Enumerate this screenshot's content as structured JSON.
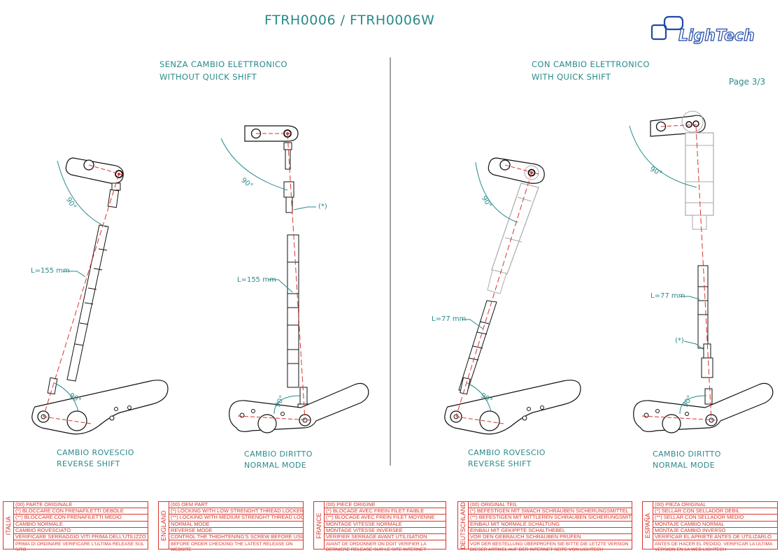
{
  "header": {
    "title": "FTRH0006 / FTRH0006W",
    "logo_text": "LighTech",
    "page": "Page 3/3"
  },
  "sections": {
    "left_heading": [
      "SENZA CAMBIO ELETTRONICO",
      "WITHOUT QUICK SHIFT"
    ],
    "right_heading": [
      "CON CAMBIO ELETTRONICO",
      "WITH QUICK SHIFT"
    ]
  },
  "captions": [
    [
      "CAMBIO ROVESCIO",
      "REVERSE SHIFT"
    ],
    [
      "CAMBIO DIRITTO",
      "NORMAL MODE"
    ],
    [
      "CAMBIO ROVESCIO",
      "REVERSE SHIFT"
    ],
    [
      "CAMBIO DIRITTO",
      "NORMAL MODE"
    ]
  ],
  "dimensions": {
    "l155a": "L=155 mm",
    "l155b": "L=155 mm",
    "l77a": "L=77 mm",
    "l77b": "L=77 mm",
    "star_a": "(*)",
    "star_b": "(*)",
    "angle": "90°"
  },
  "colors": {
    "accent": "#2a8a8a",
    "legend": "#d9342b",
    "axis": "#d9342b"
  },
  "legend": [
    {
      "country": "ITALIA",
      "lines": [
        "(00) PARTE ORIGINALE",
        "(*)   BLOCCARE CON FRENAFILETTI DEBOLE",
        "(**)  BLOCCARE CON FRENAFILETTI MEDIO",
        "CAMBIO NORMALE",
        "CAMBIO ROVESCIATO",
        "VERIFICARE SERRAGGIO VITI PRIMA DELL'UTILIZZO",
        "PRIMA DI ORDINARE VERIFICARE L'ULTIMA RELEASE SUL SITO"
      ]
    },
    {
      "country": "ENGLAND",
      "lines": [
        "(00) OEM PART",
        "(*)   LOCKING WITH LOW STRENGHT THREAD LOCKER",
        "(**)  LOCKING WITH MEDIUM STRENGHT THREAD LOCKER",
        "NORMAL MODE",
        "REVERSE MODE",
        "CONTROL THE THIGHTENING'S SCREW BEFORE USING",
        "BEFORE ORDER CHECKING THE LATEST RELEASE ON WEBSITE"
      ]
    },
    {
      "country": "FRANCE",
      "lines": [
        "(00) PIECE ORIGINE",
        "(*)   BLOCAGE AVEC FREIN FILET FAIBLE",
        "(**)  BLOCAGE AVEC FREIN FILET MOYENNE",
        "MONTAGE VITESSE NORMALE",
        "MONTAGE VITESSE INVERSEE",
        "VERIFIER SERRAGE AVANT UTILISATION",
        "AVANT DE ORDONNER ON DOIT VERIFIER LA DERNIERE RELEASE SUR LE SITE INTERNET"
      ]
    },
    {
      "country": "DEUTSCHLAND",
      "lines": [
        "(00) ORIGINAL TEIL",
        "(*)    BEFESTIGEN MIT SWACH SCHRAUBEN SICHERUNGSMITTEL",
        "(**)   BEFESTIGEN MIT MITTLEREN SCHRAUBEN SICHERUNGSMITTEL",
        "EINBAU MIT NORMALE SCHALTUNG",
        "EINBAU MIT GEKIPPTE SCHALTHEBEL",
        "VOR DEN GEBRAUCH SCHRAUBEN PRÜFEN",
        "VOR DER BESTELLUNG ÜBERPRÜFEN SIE BITTE DIE LETZTE VERSION DIESER ARTIKEL AUF DER INTERNET SEITE VON LIGHTECH"
      ]
    },
    {
      "country": "ESPAÑA",
      "lines": [
        "(00) PIEZA ORIGINAL",
        "(*)   SELLAR CON SELLADOR DEBIL",
        "(**)  SELLAR CON SELLADOR MEDIO",
        "MONTAJE  CAMBIO NORMAL",
        "MONTAJE  CAMBIO INVERSO",
        "VERIFICAR EL APRIETE ANTES DE UTILIZARLO",
        "ANTES DE HACER EL PEDIDO, VERIFICAR LA ULTIMA VERSION EN LA WEB LIGHTECH"
      ]
    }
  ]
}
